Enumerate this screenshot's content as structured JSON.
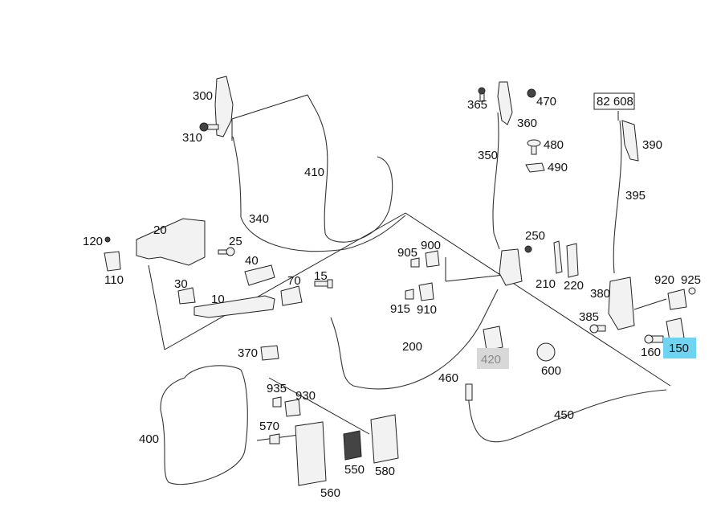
{
  "labels": {
    "l300": "300",
    "l310": "310",
    "l410": "410",
    "l340": "340",
    "l365": "365",
    "l470": "470",
    "l360": "360",
    "l350": "350",
    "l480": "480",
    "l490": "490",
    "l82608": "82 608",
    "l390": "390",
    "l395": "395",
    "l120": "120",
    "l110": "110",
    "l20": "20",
    "l25": "25",
    "l40": "40",
    "l30": "30",
    "l70": "70",
    "l15": "15",
    "l10": "10",
    "l250": "250",
    "l905": "905",
    "l900": "900",
    "l210": "210",
    "l220": "220",
    "l380": "380",
    "l920": "920",
    "l925": "925",
    "l915": "915",
    "l910": "910",
    "l385": "385",
    "l160": "160",
    "l150": "150",
    "l200": "200",
    "l420": "420",
    "l600": "600",
    "l370": "370",
    "l460": "460",
    "l935": "935",
    "l930": "930",
    "l450": "450",
    "l400": "400",
    "l570": "570",
    "l550": "550",
    "l580": "580",
    "l560": "560"
  },
  "highlights": {
    "selected": "150",
    "unavailable": "420"
  },
  "colors": {
    "selected_bg": "#6fd3f2",
    "unavailable_bg": "#d8d8d8",
    "unavailable_text": "#8a8a8a"
  }
}
